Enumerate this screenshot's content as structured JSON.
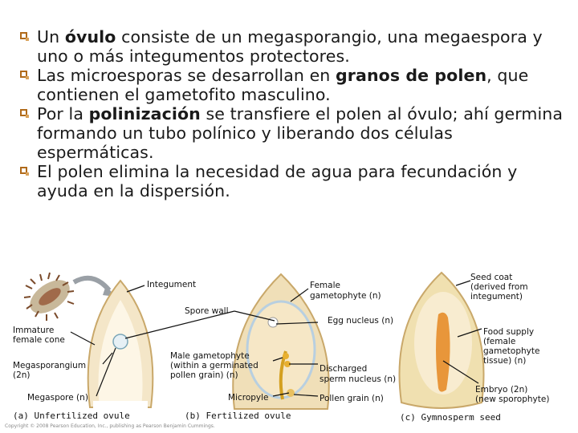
{
  "bullets": [
    {
      "pre": "Un ",
      "bold": "óvulo",
      "post": " consiste de un megasporangio, una megaespora y uno o más integumentos protectores."
    },
    {
      "pre": "Las microesporas se desarrollan en ",
      "bold": "granos de polen",
      "post": ", que contienen el gametofito masculino."
    },
    {
      "pre": "Por la ",
      "bold": "polinización",
      "post": " se transfiere el polen al óvulo; ahí germina formando un tubo polínico y liberando dos células espermáticas."
    },
    {
      "pre": "El polen elimina la necesidad de agua para fecundación y ayuda en la dispersión.",
      "bold": "",
      "post": ""
    }
  ],
  "figure": {
    "labels": {
      "integument": "Integument",
      "spore_wall": "Spore wall",
      "immature_cone_1": "Immature",
      "immature_cone_2": "female cone",
      "megasporangium_1": "Megasporangium",
      "megasporangium_2": "(2n)",
      "megaspore": "Megaspore (n)",
      "female_gam_1": "Female",
      "female_gam_2": "gametophyte (n)",
      "male_gam_1": "Male gametophyte",
      "male_gam_2": "(within a germinated",
      "male_gam_3": "pollen grain) (n)",
      "micropyle": "Micropyle",
      "egg_nucleus": "Egg nucleus (n)",
      "discharged_1": "Discharged",
      "discharged_2": "sperm nucleus (n)",
      "pollen_grain": "Pollen grain (n)",
      "seed_coat_1": "Seed coat",
      "seed_coat_2": "(derived from",
      "seed_coat_3": "integument)",
      "food_1": "Food supply",
      "food_2": "(female",
      "food_3": "gametophyte",
      "food_4": "tissue) (n)",
      "embryo_1": "Embryo (2n)",
      "embryo_2": "(new sporophyte)"
    },
    "captions": {
      "a": "(a) Unfertilized ovule",
      "b": "(b) Fertilized ovule",
      "c": "(c) Gymnosperm seed"
    },
    "copyright": "Copyright © 2008 Pearson Education, Inc., publishing as Pearson Benjamin Cummings."
  }
}
